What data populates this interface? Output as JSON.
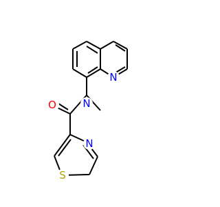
{
  "molecule": {
    "atoms": [
      {
        "id": "n_quinoline",
        "symbol": "N",
        "color": "#0000ff"
      },
      {
        "id": "n_amide",
        "symbol": "N",
        "color": "#0000ff"
      },
      {
        "id": "o_carbonyl",
        "symbol": "O",
        "color": "#ff0000"
      },
      {
        "id": "n_thiazole",
        "symbol": "N",
        "color": "#0000ff"
      },
      {
        "id": "s_thiazole",
        "symbol": "S",
        "color": "#b2a400"
      }
    ]
  }
}
